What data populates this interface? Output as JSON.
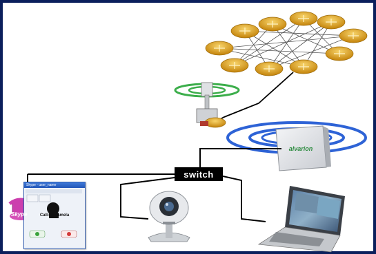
{
  "switch": {
    "label": "switch"
  },
  "access_point": {
    "brand": "alvarion"
  },
  "skype": {
    "window_title": "Skype - user_name",
    "status": "Calling pamela",
    "logo": "Skype"
  },
  "colors": {
    "frame": "#0b1f5c",
    "router_gold": "#e0a21c",
    "wave_blue": "#2e63d6",
    "wave_green": "#3cae4b",
    "link": "#000000"
  },
  "icons": [
    "router-icon",
    "wireless-tower-icon",
    "access-point-icon",
    "skype-phone-icon",
    "webcam-icon",
    "laptop-icon"
  ]
}
